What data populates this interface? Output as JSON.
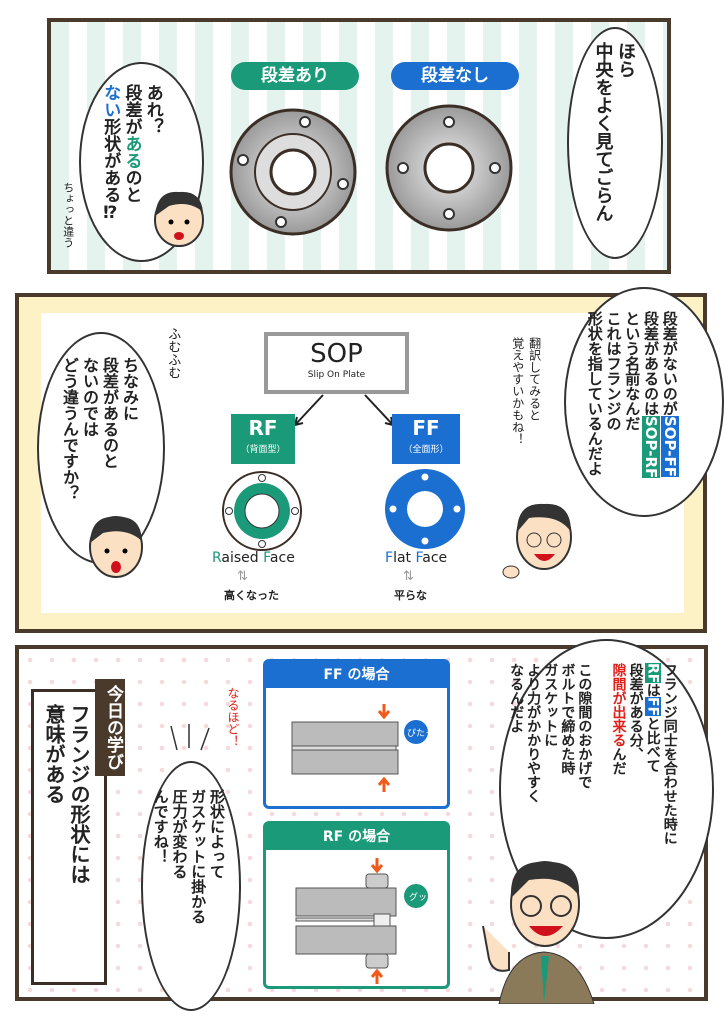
{
  "panel1": {
    "badge_step": "段差あり",
    "badge_nostep": "段差なし",
    "right_bubble": [
      "ほら",
      "中央をよく見てごらん"
    ],
    "left_bubble": {
      "l1": "あれ？",
      "l2a": "段差が",
      "l2b": "ある",
      "l2c": "のと",
      "l3a": "ない",
      "l3b": "形状がある⁉"
    },
    "aside": "ちょっと違う"
  },
  "panel2": {
    "sop_title": "SOP",
    "sop_sub": "Slip On Plate",
    "rf_title": "RF",
    "rf_sub": "（背面型）",
    "ff_title": "FF",
    "ff_sub": "（全面形）",
    "rf_label_r": "R",
    "rf_label_1": "aised ",
    "rf_label_f": "F",
    "rf_label_2": "ace",
    "ff_label_f1": "F",
    "ff_label_1": "lat ",
    "ff_label_f2": "F",
    "ff_label_2": "ace",
    "arrow": "⇅",
    "rf_meaning": "高くなった",
    "ff_meaning": "平らな",
    "aside_left": "ふむふむ",
    "aside_right": [
      "翻訳してみると",
      "覚えやすいかもね！"
    ],
    "left_bubble": [
      "ちなみに",
      "段差があるのと",
      "ないのでは",
      "どう違うんですか？"
    ],
    "right_bubble": {
      "l1": "段差がないのが",
      "l1_tag": "SOP-FF",
      "l2": "段差があるのは",
      "l2_tag": "SOP-RF",
      "l3": "という名前なんだ",
      "l4": "これはフランジの",
      "l5": "形状を指しているんだよ"
    }
  },
  "panel3": {
    "ff_case": "FF の場合",
    "rf_case": "RF の場合",
    "ff_sfx": "ぴたっ",
    "rf_sfx": "グッ",
    "lesson_label": "今日の学び",
    "lesson_text": [
      "フランジの形状には",
      "意味がある"
    ],
    "aside": "なるほど！",
    "mid_bubble": [
      "形状によって",
      "ガスケットに掛かる",
      "圧力が変わる",
      "んですね！"
    ],
    "right_bubble": {
      "l1": "フランジ同士を合わせた時に",
      "l2_rf": "RF",
      "l2_ha": "は",
      "l2_ff": "FF",
      "l2_rest": "と比べて",
      "l3": "段差がある分、",
      "l4_red": "隙間が出来る",
      "l4_rest": "んだ",
      "l5": "この隙間のおかげで",
      "l6": "ボルトで締めた時",
      "l7": "ガスケットに",
      "l8": "より力がかかりやすく",
      "l9": "なるんだよ"
    }
  },
  "colors": {
    "green": "#1a9a78",
    "blue": "#1a6fd0",
    "red": "#e0201a",
    "border": "#4a3a2c"
  }
}
